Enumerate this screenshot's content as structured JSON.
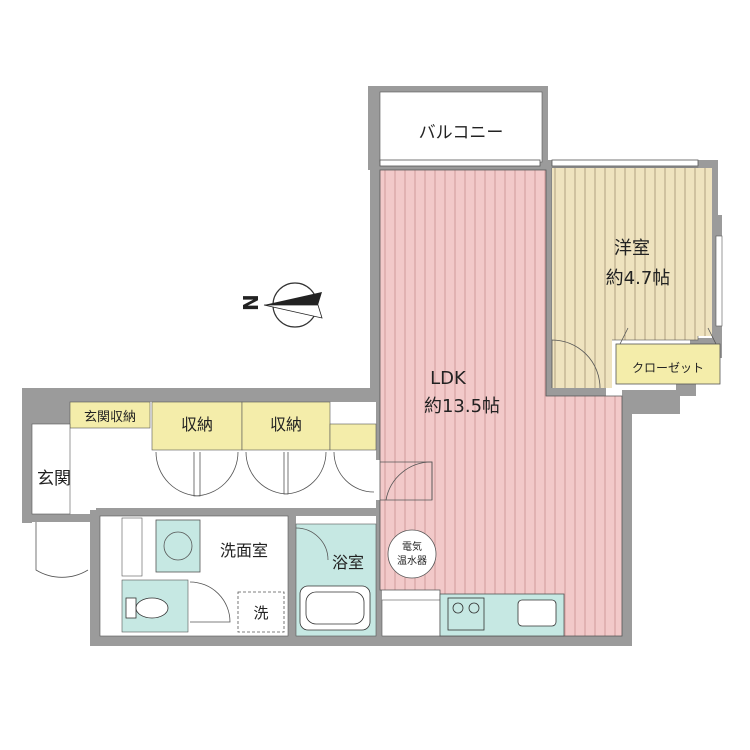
{
  "rooms": {
    "balcony": "バルコニー",
    "western_room": "洋室",
    "western_room_size": "約4.7帖",
    "closet": "クローゼット",
    "ldk": "LDK",
    "ldk_size": "約13.5帖",
    "entrance_storage": "玄関収納",
    "storage_1": "収納",
    "storage_2": "収納",
    "entrance": "玄関",
    "washroom": "洗面室",
    "bathroom": "浴室",
    "washer": "洗",
    "water_heater_line1": "電気",
    "water_heater_line2": "温水器"
  },
  "compass": {
    "north_label": "N"
  },
  "colors": {
    "wall": "#9b9b9b",
    "ldk_floor": "#f2c9c9",
    "western_floor": "#efe3bf",
    "storage": "#f4edaa",
    "wet_area": "#c6e8e3",
    "floor_line": "#c89090"
  }
}
